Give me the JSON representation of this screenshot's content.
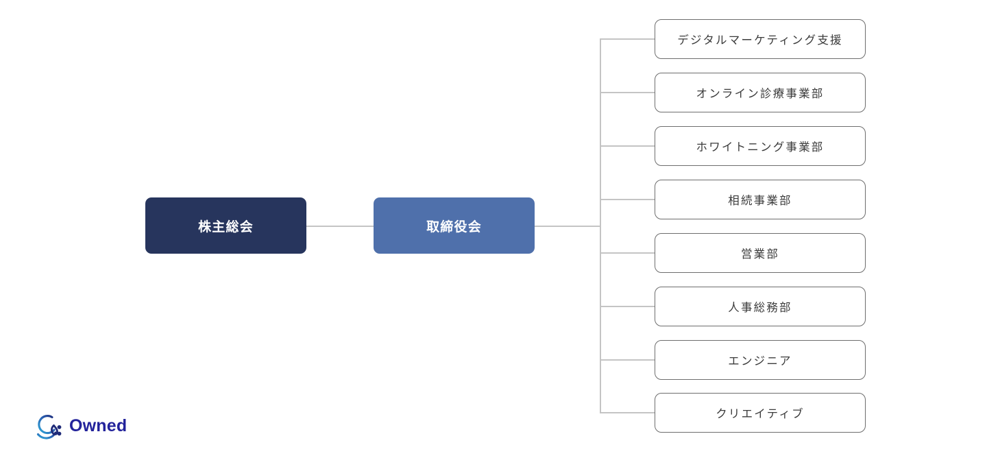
{
  "page": {
    "background_color": "#ffffff",
    "type": "organization-chart"
  },
  "chart_data": {
    "type": "diagram",
    "title": "",
    "orientation": "horizontal-tree",
    "levels": [
      {
        "level": 1,
        "nodes": [
          "株主総会"
        ]
      },
      {
        "level": 2,
        "nodes": [
          "取締役会"
        ]
      },
      {
        "level": 3,
        "nodes": [
          "デジタルマーケティング支援",
          "オンライン診療事業部",
          "ホワイトニング事業部",
          "相続事業部",
          "営業部",
          "人事総務部",
          "エンジニア",
          "クリエイティブ"
        ]
      }
    ],
    "edges": [
      {
        "from": "株主総会",
        "to": "取締役会"
      },
      {
        "from": "取締役会",
        "to": "デジタルマーケティング支援"
      },
      {
        "from": "取締役会",
        "to": "オンライン診療事業部"
      },
      {
        "from": "取締役会",
        "to": "ホワイトニング事業部"
      },
      {
        "from": "取締役会",
        "to": "相続事業部"
      },
      {
        "from": "取締役会",
        "to": "営業部"
      },
      {
        "from": "取締役会",
        "to": "人事総務部"
      },
      {
        "from": "取締役会",
        "to": "エンジニア"
      },
      {
        "from": "取締役会",
        "to": "クリエイティブ"
      }
    ]
  },
  "nodes": {
    "root": {
      "label": "株主総会",
      "fill_color": "#27355d",
      "text_color": "#ffffff"
    },
    "board": {
      "label": "取締役会",
      "fill_color": "#4f70ab",
      "text_color": "#ffffff"
    }
  },
  "departments": [
    {
      "label": "デジタルマーケティング支援"
    },
    {
      "label": "オンライン診療事業部"
    },
    {
      "label": "ホワイトニング事業部"
    },
    {
      "label": "相続事業部"
    },
    {
      "label": "営業部"
    },
    {
      "label": "人事総務部"
    },
    {
      "label": "エンジニア"
    },
    {
      "label": "クリエイティブ"
    }
  ],
  "connectors": {
    "line_color": "#c4c4c4"
  },
  "logo": {
    "wordmark": "Owned",
    "wordmark_color": "#23239b",
    "mark_name": "owned-swirl-mark",
    "mark_gradient_start": "#2fa8d8",
    "mark_gradient_end": "#1e2a78"
  }
}
